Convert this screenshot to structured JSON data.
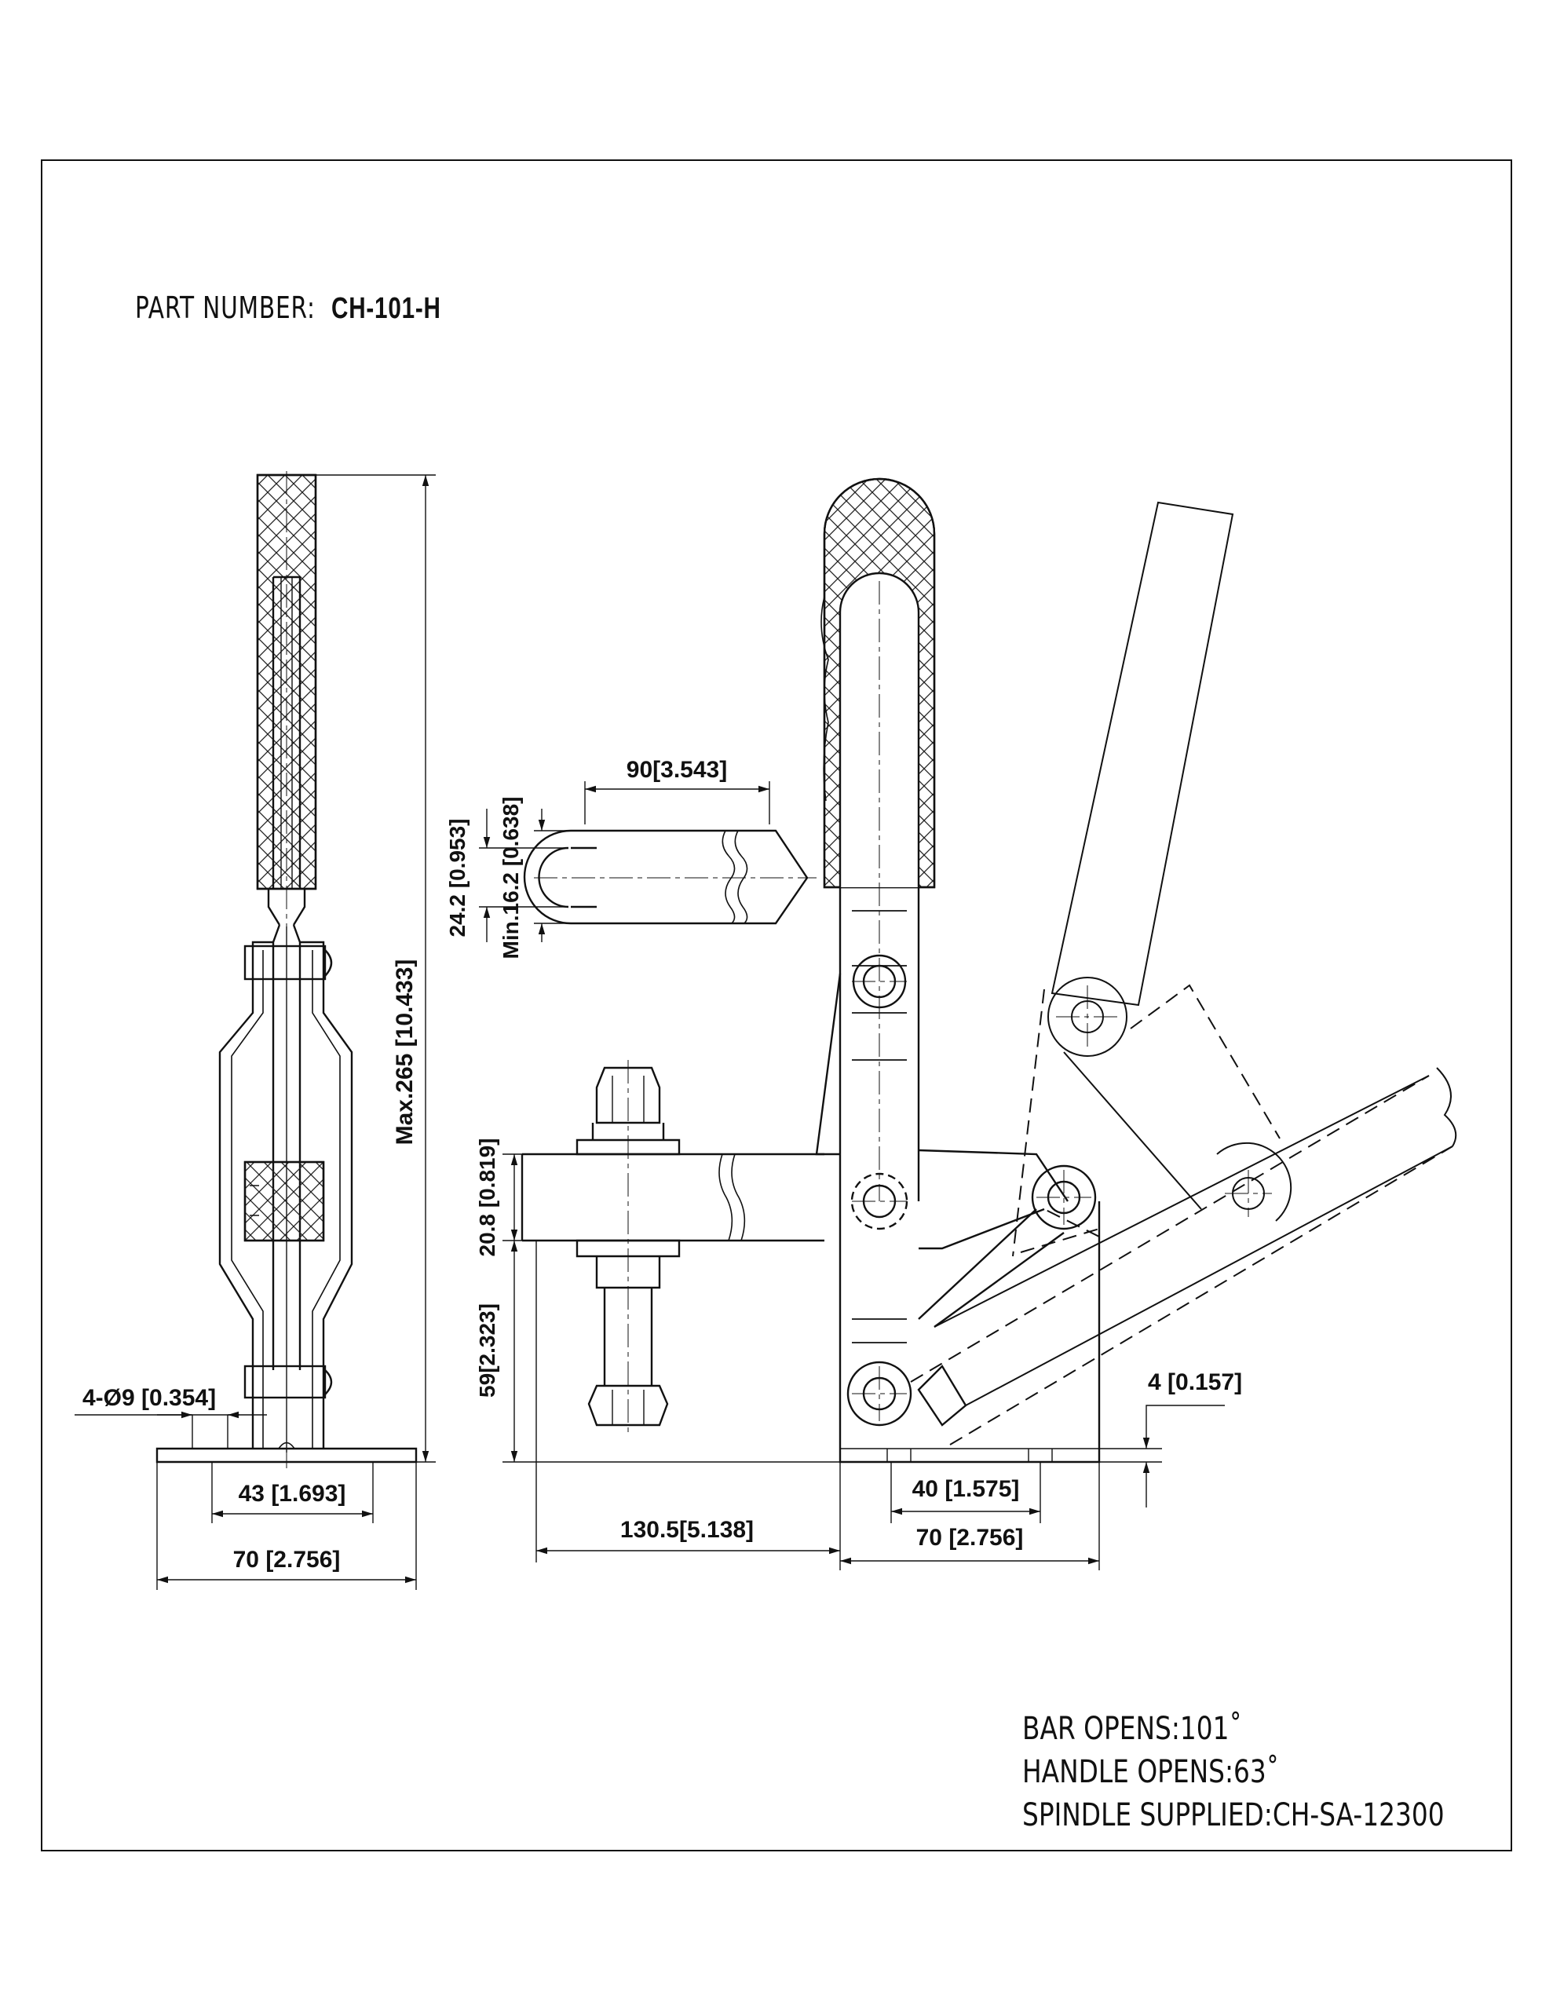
{
  "title": {
    "label": "PART NUMBER:",
    "part_number": "CH-101-H"
  },
  "dimensions": {
    "bar_width": "90[3.543]",
    "bar_outer_height": "24.2 [0.953]",
    "slot_min": "Min.16.2 [0.638]",
    "max_height": "Max.265 [10.433]",
    "holes": "4-Ø9 [0.354]",
    "hole_spacing_front": "43 [1.693]",
    "base_width_front": "70 [2.756]",
    "arm_height": "59[2.323]",
    "spindle_height": "20.8 [0.819]",
    "reach": "130.5[5.138]",
    "base_hole_spacing_side": "40 [1.575]",
    "base_length_side": "70 [2.756]",
    "base_thickness": "4 [0.157]"
  },
  "specs": {
    "bar_opens": "BAR OPENS:101˚",
    "handle_opens": "HANDLE OPENS:63˚",
    "spindle": "SPINDLE SUPPLIED:CH-SA-12300"
  }
}
